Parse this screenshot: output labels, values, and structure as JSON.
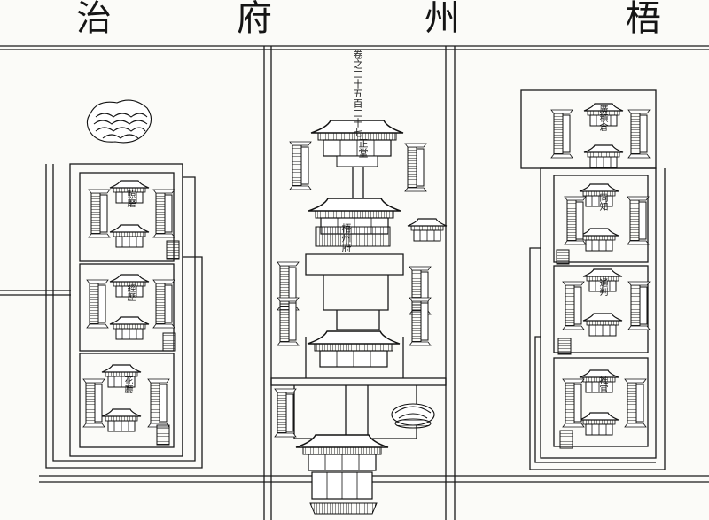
{
  "title": {
    "right_to_left": [
      "梧",
      "州",
      "府",
      "治"
    ]
  },
  "volume_note": "卷之二十五百二十七",
  "labels": {
    "prefecture_office": "梧州府",
    "central_hall": "正堂",
    "left_1": "照磨",
    "left_2": "經歷",
    "left_3": "花廳",
    "right_1": "廣積倉",
    "right_2": "同知",
    "right_3": "通判",
    "right_4": "推官"
  },
  "colors": {
    "ink": "#151515",
    "paper": "#fbfbf8"
  }
}
